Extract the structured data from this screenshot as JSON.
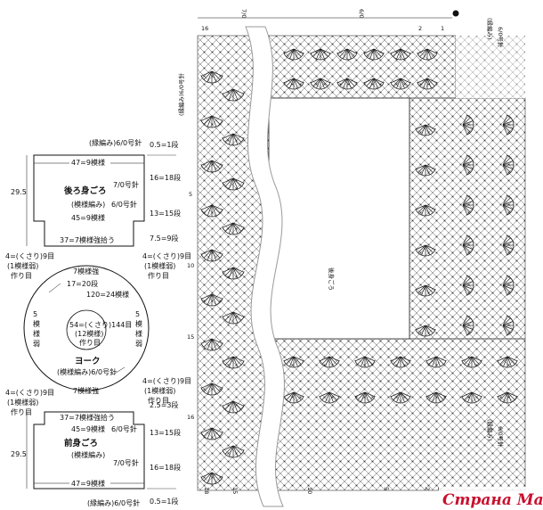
{
  "colors": {
    "ink": "#111111",
    "lattice": "#333333",
    "ribbon": "#9a9a9a",
    "watermark": "#c8102e"
  },
  "back": {
    "edge_top": "(縁編み)6/0号針",
    "w_top": "47=9模様",
    "height": "29.5",
    "name": "後ろ身ごろ",
    "hook_7": "7/0号針",
    "pattern": "(模様編み)",
    "hook_6": "6/0号針",
    "w_mid": "45=9模様",
    "w_bottom": "37=7模様強拾う",
    "r1": "0.5=1段",
    "r2": "16=18段",
    "r3": "13=15段",
    "r4": "7.5=9段"
  },
  "left_notes": {
    "top": [
      "4=(くさり)9目",
      "(1模様弱)",
      "作り目"
    ],
    "bottom": [
      "4=(くさり)9目",
      "(1模様弱)",
      "作り目"
    ]
  },
  "right_notes": {
    "top": [
      "4=(くさり)9目",
      "(1模様弱)",
      "作り目"
    ],
    "bottom": [
      "4=(くさり)9目",
      "(1模様弱)",
      "作り目"
    ]
  },
  "yoke": {
    "top_label": "7模様強",
    "c1": "17=20段",
    "c2": "120=24模様",
    "center_1": "54=(くさり)144目",
    "center_2": "(12模様)",
    "center_3": "作り目",
    "left_side": [
      "5",
      "模",
      "様",
      "弱"
    ],
    "right_side": [
      "5",
      "模",
      "様",
      "弱"
    ],
    "name": "ヨーク",
    "pattern": "(模様編み)6/0号針",
    "bottom_label": "7模様強"
  },
  "front": {
    "w_top": "37=7模様強拾う",
    "w_mid": "45=9模様",
    "hook_6": "6/0号針",
    "name": "前身ごろ",
    "pattern": "(模様編み)",
    "hook_7": "7/0号針",
    "height": "29.5",
    "w_bottom": "47=9模様",
    "edge_bottom": "(縁編み)6/0号針",
    "r1": "2.5=3段",
    "r2": "13=15段",
    "r3": "16=18段",
    "r4": "0.5=1段"
  },
  "chart": {
    "top_hook_left": "7/0",
    "top_hook_right": "6/0",
    "right_edge_label": [
      "(縁編み)",
      "6/0号針"
    ],
    "left_edge_label": "(縁編み)6/0号針",
    "bottom_right_label": [
      "(縁編み)",
      "6/0号針"
    ],
    "center_label": "後身ごろ",
    "top_nums": [
      "2",
      "1"
    ],
    "left_nums": [
      "5",
      "10",
      "15",
      "16"
    ],
    "bottom_nums": [
      "18",
      "15",
      "10",
      "5",
      "2",
      "1"
    ],
    "top_left_num": "16"
  },
  "watermark": "Страна Мам"
}
